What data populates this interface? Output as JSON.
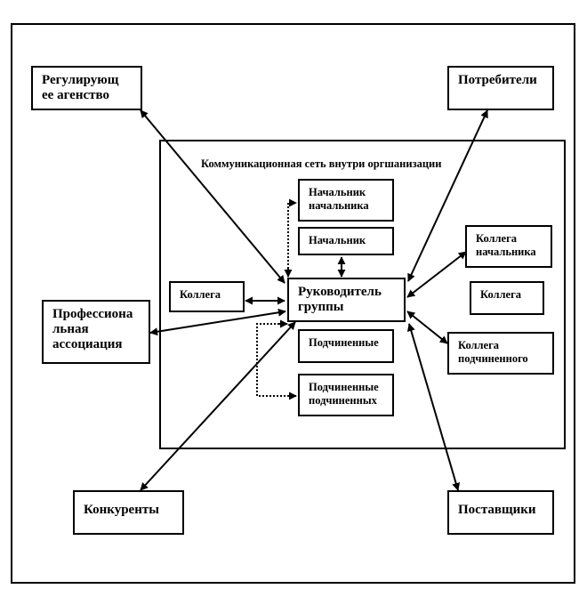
{
  "network_title": "Коммуникационная сеть внутри оргшанизации",
  "nodes": {
    "regulator": [
      "Регулирующ",
      "ее агенство"
    ],
    "consumers": [
      "Потребители"
    ],
    "professional": [
      "Профессиона",
      "льная",
      "ассоциация"
    ],
    "competitors": [
      "Конкуренты"
    ],
    "suppliers": [
      "Поставщики"
    ],
    "boss_boss": [
      "Начальник",
      "начальника"
    ],
    "boss": [
      "Начальник"
    ],
    "colleague_left": [
      "Коллега"
    ],
    "leader": [
      "Руководитель",
      "группы"
    ],
    "subordinates": [
      "Подчиненные"
    ],
    "sub_subordinates": [
      "Подчиненные",
      "подчиненных"
    ],
    "colleague_boss": [
      "Коллега",
      "начальника"
    ],
    "colleague_right": [
      "Коллега"
    ],
    "colleague_sub": [
      "Коллега",
      "подчиненного"
    ]
  },
  "line_color": "#000000"
}
